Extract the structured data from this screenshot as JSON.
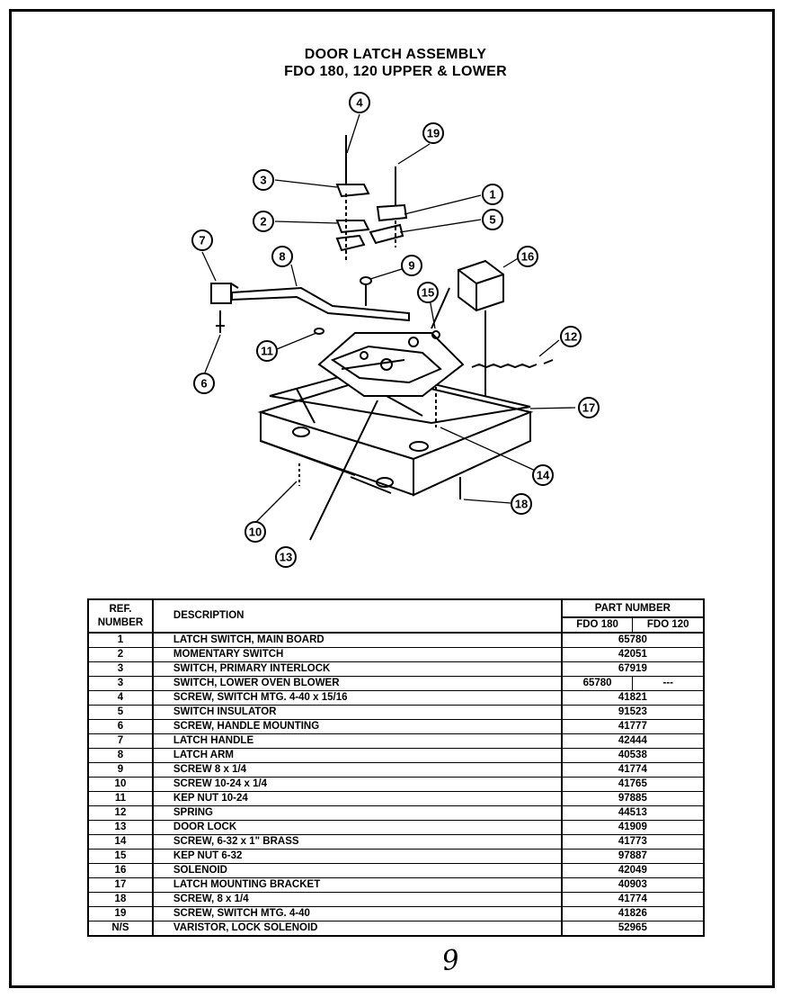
{
  "header": {
    "title_line1": "DOOR LATCH ASSEMBLY",
    "title_line2": "FDO 180, 120 UPPER & LOWER"
  },
  "diagram": {
    "callouts": [
      "1",
      "2",
      "3",
      "4",
      "5",
      "6",
      "7",
      "8",
      "9",
      "10",
      "11",
      "12",
      "13",
      "14",
      "15",
      "16",
      "17",
      "18",
      "19"
    ]
  },
  "table": {
    "headers": {
      "ref": "REF. NUMBER",
      "description": "DESCRIPTION",
      "part_number": "PART NUMBER",
      "fdo180": "FDO 180",
      "fdo120": "FDO 120"
    },
    "rows": [
      {
        "ref": "1",
        "desc": "LATCH SWITCH, MAIN BOARD",
        "pn": "65780"
      },
      {
        "ref": "2",
        "desc": "MOMENTARY SWITCH",
        "pn": "42051"
      },
      {
        "ref": "3",
        "desc": "SWITCH, PRIMARY INTERLOCK",
        "pn": "67919"
      },
      {
        "ref": "3",
        "desc": "SWITCH, LOWER OVEN BLOWER",
        "fdo180": "65780",
        "fdo120": "---"
      },
      {
        "ref": "4",
        "desc": "SCREW, SWITCH MTG. 4-40 x 15/16",
        "pn": "41821"
      },
      {
        "ref": "5",
        "desc": "SWITCH INSULATOR",
        "pn": "91523"
      },
      {
        "ref": "6",
        "desc": "SCREW, HANDLE MOUNTING",
        "pn": "41777"
      },
      {
        "ref": "7",
        "desc": "LATCH HANDLE",
        "pn": "42444"
      },
      {
        "ref": "8",
        "desc": "LATCH ARM",
        "pn": "40538"
      },
      {
        "ref": "9",
        "desc": "SCREW 8 x 1/4",
        "pn": "41774"
      },
      {
        "ref": "10",
        "desc": "SCREW 10-24 x 1/4",
        "pn": "41765"
      },
      {
        "ref": "11",
        "desc": "KEP NUT 10-24",
        "pn": "97885"
      },
      {
        "ref": "12",
        "desc": "SPRING",
        "pn": "44513"
      },
      {
        "ref": "13",
        "desc": "DOOR LOCK",
        "pn": "41909"
      },
      {
        "ref": "14",
        "desc": "SCREW, 6-32 x 1\" BRASS",
        "pn": "41773"
      },
      {
        "ref": "15",
        "desc": "KEP NUT 6-32",
        "pn": "97887"
      },
      {
        "ref": "16",
        "desc": "SOLENOID",
        "pn": "42049"
      },
      {
        "ref": "17",
        "desc": "LATCH MOUNTING BRACKET",
        "pn": "40903"
      },
      {
        "ref": "18",
        "desc": "SCREW, 8 x 1/4",
        "pn": "41774"
      },
      {
        "ref": "19",
        "desc": "SCREW, SWITCH MTG. 4-40",
        "pn": "41826"
      },
      {
        "ref": "N/S",
        "desc": "VARISTOR, LOCK SOLENOID",
        "pn": "52965"
      }
    ]
  },
  "footer": {
    "page_mark": "9"
  }
}
